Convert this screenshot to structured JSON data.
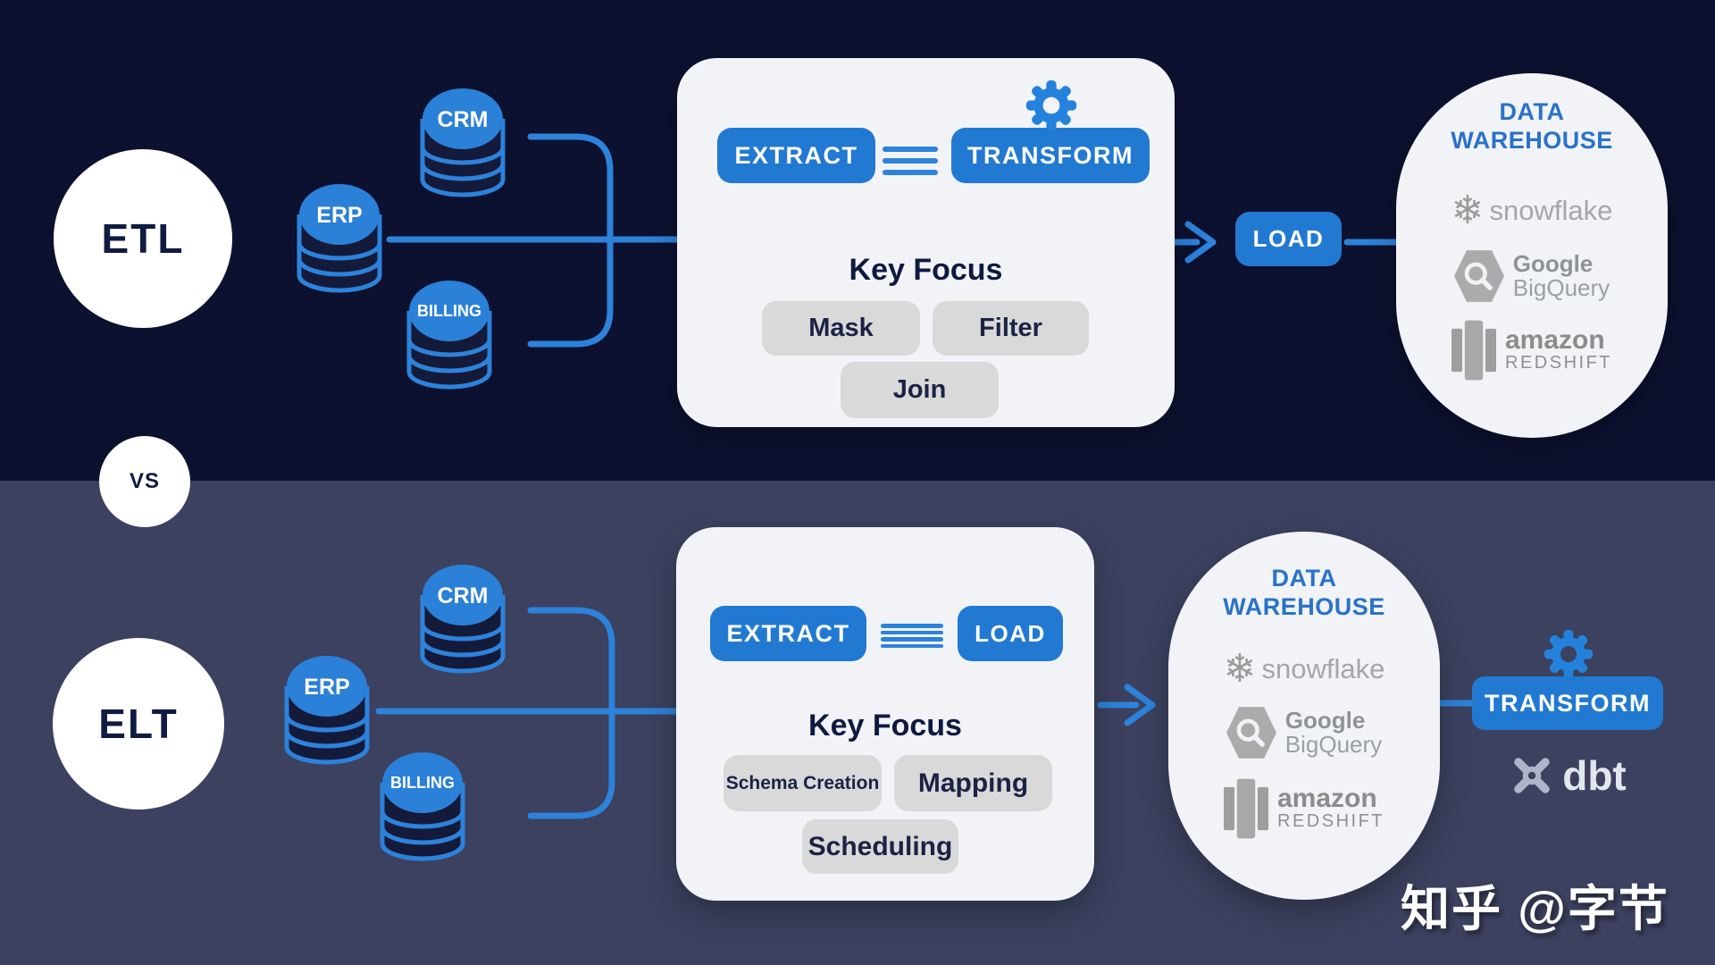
{
  "colors": {
    "dark_navy_bg": "#0c1130",
    "slate_bg": "#3b415f",
    "accent_blue": "#2d82da",
    "button_blue": "#2279d2",
    "panel_bg": "#f1f3f7",
    "pill_gray": "#d9d9d9",
    "warehouse_title_blue": "#2a72c9",
    "logo_gray": "#a0a0a0"
  },
  "vs_badge": "VS",
  "watermark": "知乎 @字节",
  "warehouse": {
    "title_line1": "DATA",
    "title_line2": "WAREHOUSE",
    "snowflake_label": "snowflake",
    "google_line1": "Google",
    "google_line2": "BigQuery",
    "amazon_line1": "amazon",
    "amazon_line2": "REDSHIFT"
  },
  "top": {
    "badge": "ETL",
    "sources": [
      "CRM",
      "ERP",
      "BILLING"
    ],
    "extract_label": "EXTRACT",
    "transform_label": "TRANSFORM",
    "load_label": "LOAD",
    "key_focus_heading": "Key Focus",
    "pills": [
      "Mask",
      "Filter",
      "Join"
    ]
  },
  "bottom": {
    "badge": "ELT",
    "sources": [
      "CRM",
      "ERP",
      "BILLING"
    ],
    "extract_label": "EXTRACT",
    "load_label": "LOAD",
    "transform_label": "TRANSFORM",
    "key_focus_heading": "Key Focus",
    "pills": [
      "Schema Creation",
      "Mapping",
      "Scheduling"
    ],
    "dbt_label": "dbt"
  }
}
